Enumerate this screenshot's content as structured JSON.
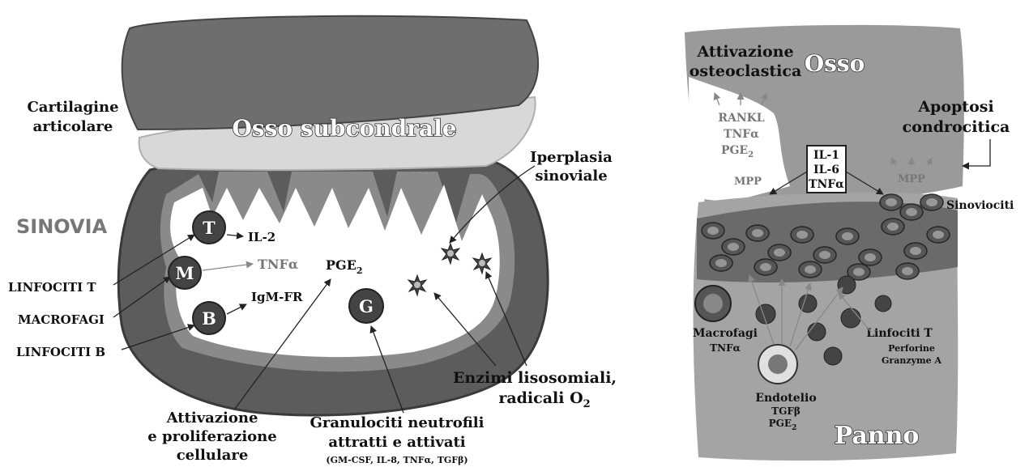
{
  "left": {
    "bone": "Osso  subcondrale",
    "cartilage": [
      "Cartilagine",
      "articolare"
    ],
    "synovia": "SINOVIA",
    "hyperplasia": [
      "Iperplasia",
      "sinoviale"
    ],
    "cells": {
      "t": "T",
      "m": "M",
      "b": "B",
      "g": "G"
    },
    "il2": "IL-2",
    "tnfa": "TNFα",
    "pge2": "PGE",
    "pge2_sub": "2",
    "igm": "IgM-FR",
    "lymph_t": "LINFOCITI T",
    "macro": "MACROFAGI",
    "lymph_b": "LINFOCITI B",
    "activation": [
      "Attivazione",
      "e proliferazione",
      "cellulare"
    ],
    "granulocytes": [
      "Granulociti neutrofili",
      "attratti e attivati"
    ],
    "granulocytes_small": "(GM-CSF, IL-8, TNFα, TGFβ)",
    "enzymes": [
      "Enzimi lisosomiali,",
      "radicali O"
    ],
    "enzymes_sub": "2"
  },
  "right": {
    "bone": "Osso",
    "osteoclast": [
      "Attivazione",
      "osteoclastica"
    ],
    "apoptosis": [
      "Apoptosi",
      "condrocitica"
    ],
    "rankl": "RANKL",
    "tnfa": "TNFα",
    "pge2": "PGE",
    "pge2_sub": "2",
    "il1": "IL-1",
    "il6": "IL-6",
    "tnfa_box": "TNFα",
    "mpp_left": "MPP",
    "mpp_right": "MPP",
    "synoviocytes": "Sinoviociti",
    "macrophages": "Macrofagi",
    "macrophages_tnf": "TNFα",
    "lymph_t": "Linfociti T",
    "perforine": "Perforine",
    "granzyme": "Granzyme A",
    "endothelium": "Endotelio",
    "tgfb": "TGFβ",
    "pge2b": "PGE",
    "pge2b_sub": "2",
    "pannus": "Panno"
  }
}
